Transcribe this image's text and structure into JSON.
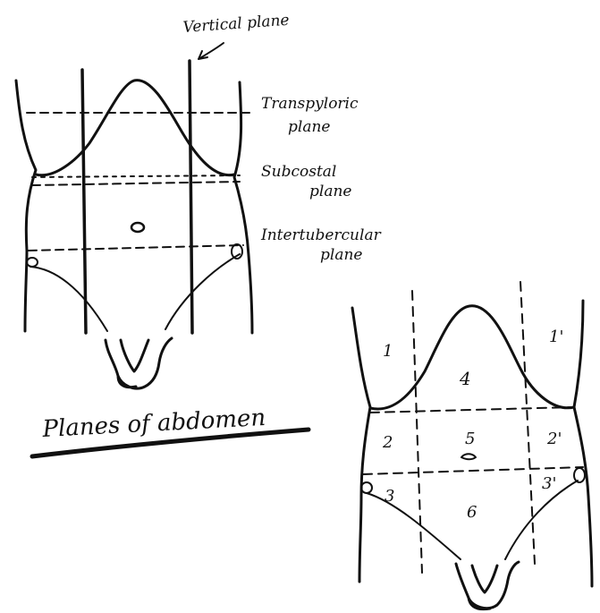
{
  "title": "Planes of abdomen",
  "left_diagram": {
    "labels": {
      "vertical": "Vertical plane",
      "transpyloric_1": "Transpyloric",
      "transpyloric_2": "plane",
      "subcostal_1": "Subcostal",
      "subcostal_2": "plane",
      "intertubercular_1": "Intertubercular",
      "intertubercular_2": "plane"
    }
  },
  "right_diagram": {
    "regions": [
      "1",
      "1'",
      "4",
      "2",
      "5",
      "2'",
      "3",
      "6",
      "3'"
    ]
  }
}
